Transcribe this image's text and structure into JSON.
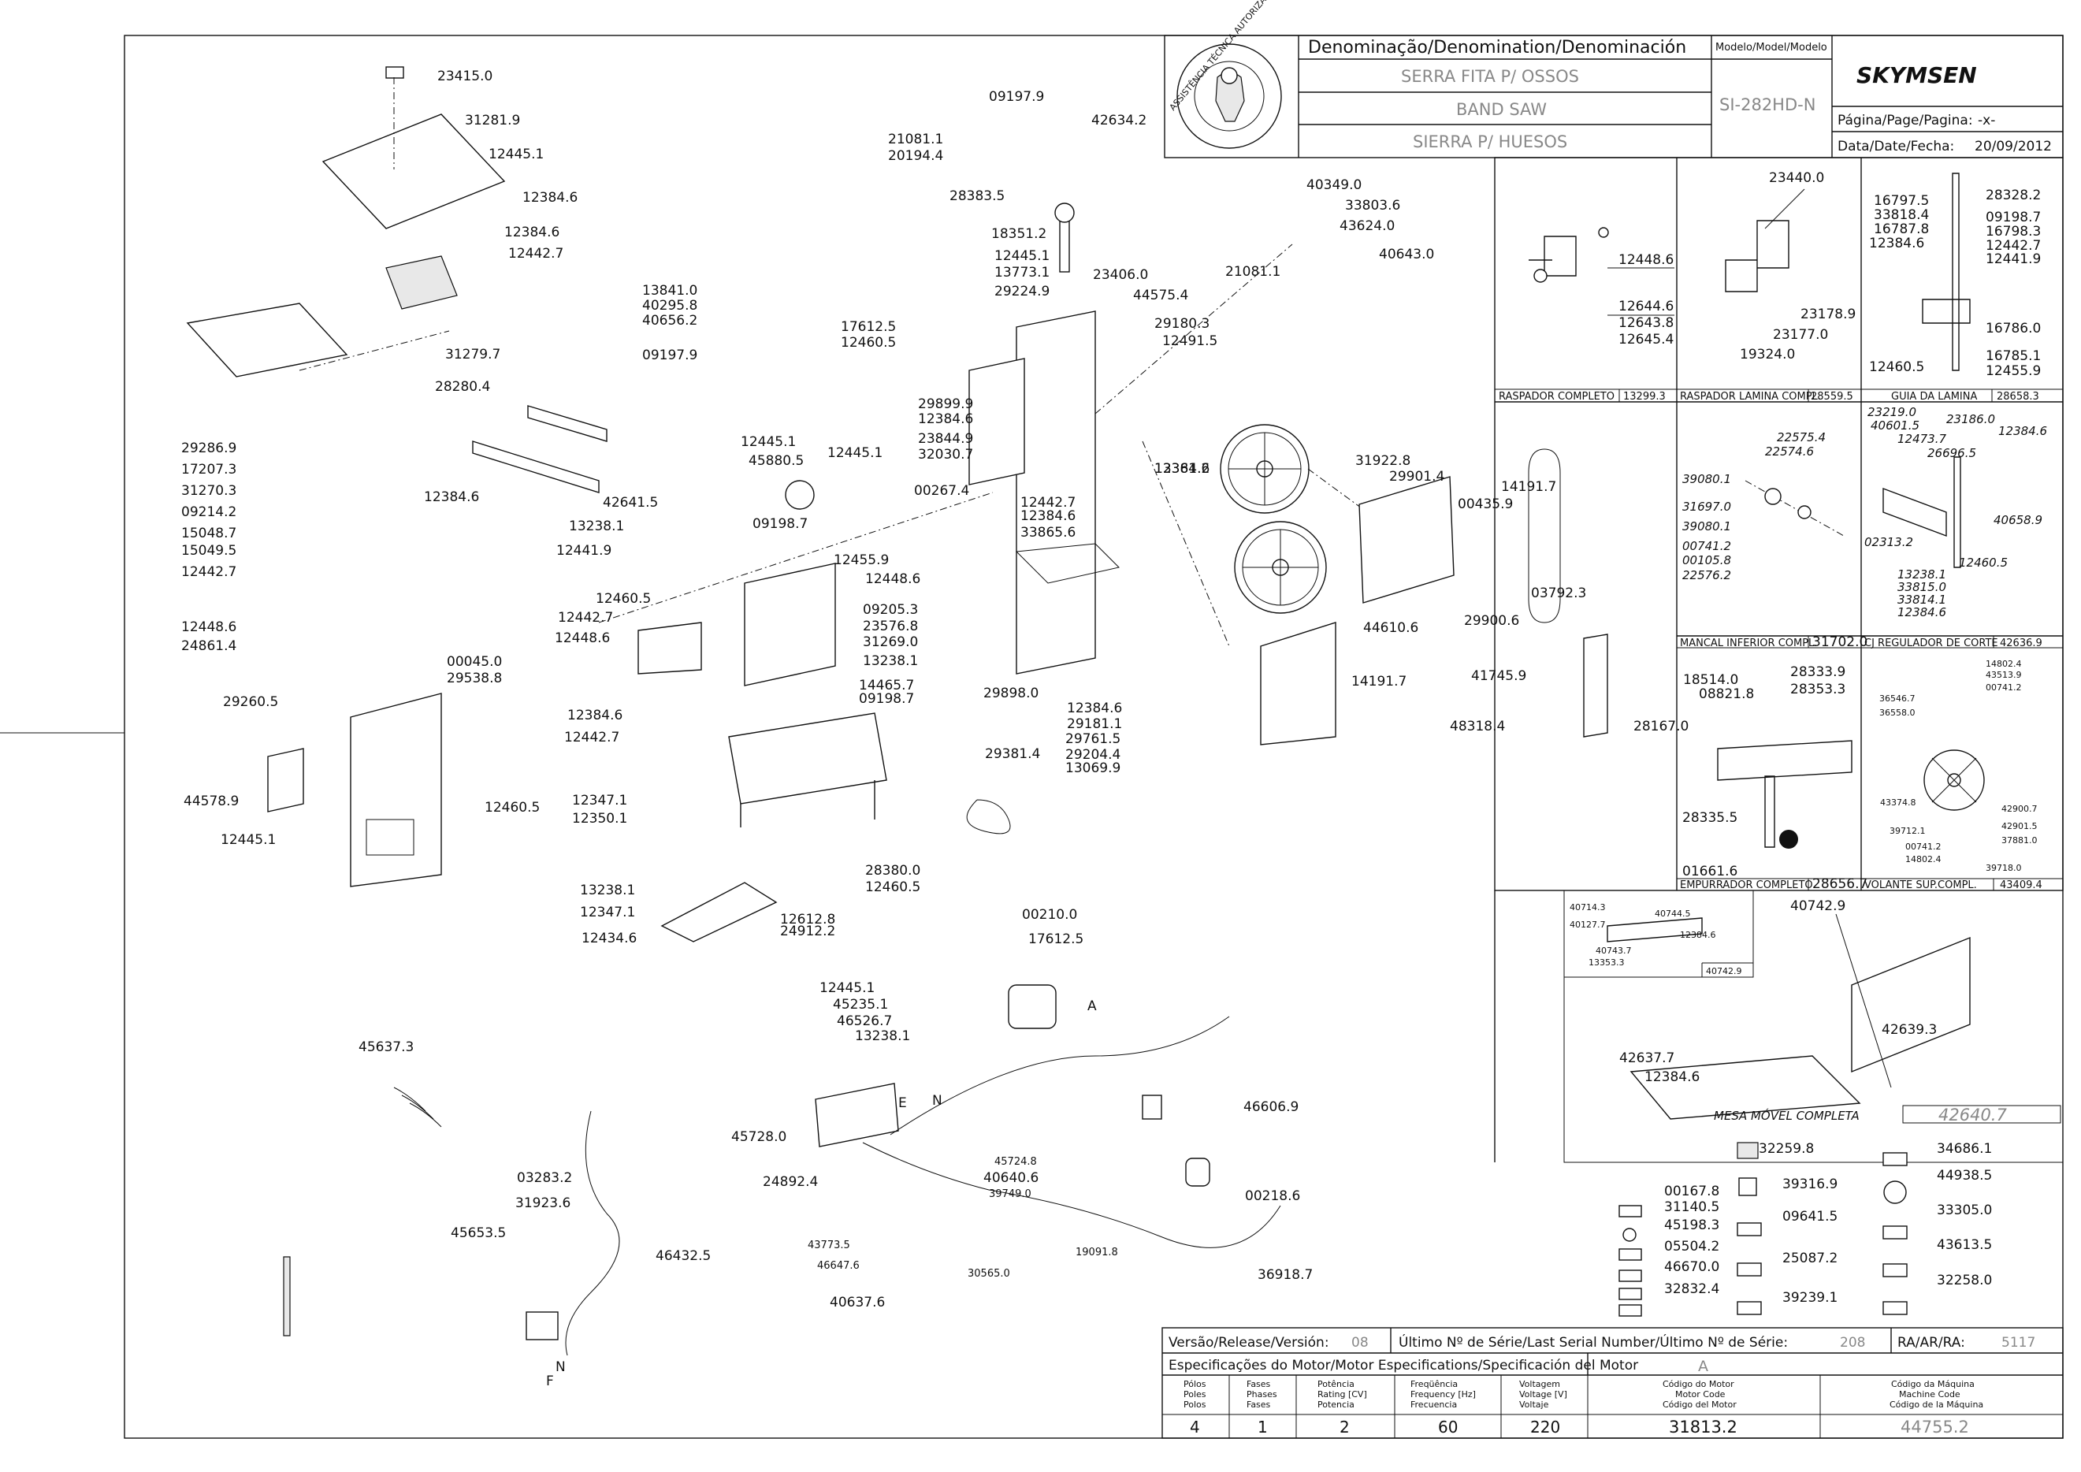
{
  "title_block": {
    "denomination_header": "Denominação/Denomination/Denominación",
    "model_header": "Modelo/Model/Modelo",
    "name_pt": "SERRA FITA P/ OSSOS",
    "name_en": "BAND SAW",
    "name_es": "SIERRA P/ HUESOS",
    "model": "SI-282HD-N",
    "brand": "SKYMSEN",
    "page_label": "Página/Page/Pagina:",
    "page_value": "-x-",
    "date_label": "Data/Date/Fecha:",
    "date_value": "20/09/2012",
    "seal_text": "ASSISTÊNCIA TÉCNICA AUTORIZADA"
  },
  "subassemblies": [
    {
      "name": "RASPADOR COMPLETO",
      "code": "13299.3",
      "parts": [
        "12448.6",
        "12644.6",
        "12643.8",
        "12645.4"
      ]
    },
    {
      "name": "RASPADOR LAMINA COMPL.",
      "code": "28559.5",
      "parts": [
        "23440.0",
        "23178.9",
        "23177.0",
        "19324.0"
      ]
    },
    {
      "name": "GUIA DA LAMINA",
      "code": "28658.3",
      "parts": [
        "16797.5",
        "33818.4",
        "16787.8",
        "12384.6",
        "28328.2",
        "09198.7",
        "16798.3",
        "12442.7",
        "12441.9",
        "16786.0",
        "12460.5",
        "16785.1",
        "12455.9"
      ]
    },
    {
      "name": "MANCAL INFERIOR COMPL.",
      "code": "31702.0",
      "parts": [
        "22575.4",
        "22574.6",
        "39080.1",
        "31697.0",
        "39080.1",
        "00741.2",
        "00105.8",
        "22576.2"
      ]
    },
    {
      "name": "CJ REGULADOR DE CORTE",
      "code": "42636.9",
      "parts": [
        "23219.0",
        "40601.5",
        "12473.7",
        "23186.0",
        "12384.6",
        "26696.5",
        "02313.2",
        "40658.9",
        "12460.5",
        "13238.1",
        "33815.0",
        "33814.1",
        "12384.6"
      ]
    },
    {
      "name": "EMPURRADOR COMPLETO",
      "code": "28656.7",
      "parts": [
        "28333.9",
        "18514.0",
        "08821.8",
        "28353.3",
        "28335.5",
        "01661.6"
      ]
    },
    {
      "name": "VOLANTE SUP.COMPL.",
      "code": "43409.4",
      "parts": [
        "14802.4",
        "43513.9",
        "00741.2",
        "36546.7",
        "36558.0",
        "43374.8",
        "42900.7",
        "39712.1",
        "42901.5",
        "00741.2",
        "37881.0",
        "14802.4",
        "39718.0"
      ]
    }
  ],
  "mesa_movel": {
    "name": "MESA MÓVEL COMPLETA",
    "code": "42640.7",
    "inset_code": "40742.9",
    "parts": [
      "40742.9",
      "42639.3",
      "42637.7",
      "12384.6",
      "40714.3",
      "40744.5",
      "40127.7",
      "12384.6",
      "40743.7",
      "13353.3"
    ]
  },
  "accessories": [
    "00167.8",
    "31140.5",
    "45198.3",
    "05504.2",
    "46670.0",
    "32832.4",
    "32259.8",
    "39316.9",
    "09641.5",
    "25087.2",
    "39239.1",
    "34686.1",
    "44938.5",
    "33305.0",
    "43613.5",
    "32258.0"
  ],
  "footer": {
    "version_label": "Versão/Release/Versión:",
    "version_value": "08",
    "serial_label": "Último Nº de Série/Last Serial Number/Último Nº de Série:",
    "serial_value": "208",
    "ra_label": "RA/AR/RA:",
    "ra_value": "5117",
    "motor_spec_label": "Especificações do Motor/Motor Especifications/Specificación del Motor",
    "motor_letter": "A",
    "columns": [
      {
        "h1": "Pólos",
        "h2": "Poles",
        "h3": "Polos",
        "value": "4"
      },
      {
        "h1": "Fases",
        "h2": "Phases",
        "h3": "Fases",
        "value": "1"
      },
      {
        "h1": "Potência",
        "h2": "Rating [CV]",
        "h3": "Potencia",
        "value": "2"
      },
      {
        "h1": "Freqüência",
        "h2": "Frequency [Hz]",
        "h3": "Frecuencia",
        "value": "60"
      },
      {
        "h1": "Voltagem",
        "h2": "Voltage [V]",
        "h3": "Voltaje",
        "value": "220"
      },
      {
        "h1": "Código do Motor",
        "h2": "Motor Code",
        "h3": "Código del Motor",
        "value": "31813.2"
      },
      {
        "h1": "Código da Máquina",
        "h2": "Machine Code",
        "h3": "Código de la Máquina",
        "value": "44755.2"
      }
    ]
  },
  "callouts": [
    "23415.0",
    "31281.9",
    "12445.1",
    "12384.6",
    "12384.6",
    "12442.7",
    "09197.9",
    "42634.2",
    "21081.1",
    "20194.4",
    "28383.5",
    "18351.2",
    "12445.1",
    "13773.1",
    "29224.9",
    "23406.0",
    "44575.4",
    "13841.0",
    "40295.8",
    "40656.2",
    "09197.9",
    "17612.5",
    "12460.5",
    "29180.3",
    "12491.5",
    "40349.0",
    "33803.6",
    "43624.0",
    "40643.0",
    "21081.1",
    "12384.6",
    "31279.7",
    "28280.4",
    "12384.6",
    "29286.9",
    "17207.3",
    "31270.3",
    "09214.2",
    "15048.7",
    "15049.5",
    "12442.7",
    "12448.6",
    "24861.4",
    "42641.5",
    "13238.1",
    "12441.9",
    "12460.5",
    "12445.1",
    "45880.5",
    "12445.1",
    "09198.7",
    "29899.9",
    "12384.6",
    "23844.9",
    "32030.7",
    "00267.4",
    "12455.9",
    "12448.6",
    "12442.7",
    "12384.6",
    "33865.6",
    "13361.2",
    "31922.8",
    "29901.4",
    "14191.7",
    "00435.9",
    "03792.3",
    "44610.6",
    "29900.6",
    "09205.3",
    "23576.8",
    "31269.0",
    "13238.1",
    "12442.7",
    "12448.6",
    "12384.6",
    "12442.7",
    "00045.0",
    "29538.8",
    "29260.5",
    "44578.9",
    "12445.1",
    "12460.5",
    "14465.7",
    "09198.7",
    "29898.0",
    "12384.6",
    "29181.1",
    "29761.5",
    "29204.4",
    "13069.9",
    "14191.7",
    "41745.9",
    "48318.4",
    "28167.0",
    "29381.4",
    "12347.1",
    "12350.1",
    "28380.0",
    "12460.5",
    "13238.1",
    "12347.1",
    "12434.6",
    "12612.8",
    "24912.2",
    "00210.0",
    "17612.5",
    "45637.3",
    "12445.1",
    "45235.1",
    "46526.7",
    "13238.1",
    "46606.9",
    "45728.0",
    "24892.4",
    "45724.8",
    "40640.6",
    "39749.0",
    "00218.6",
    "03283.2",
    "31923.6",
    "45653.5",
    "46432.5",
    "43773.5",
    "46647.6",
    "30565.0",
    "19091.8",
    "36918.7",
    "40637.6"
  ],
  "wire_labels": [
    "E",
    "N",
    "A",
    "N",
    "F"
  ]
}
